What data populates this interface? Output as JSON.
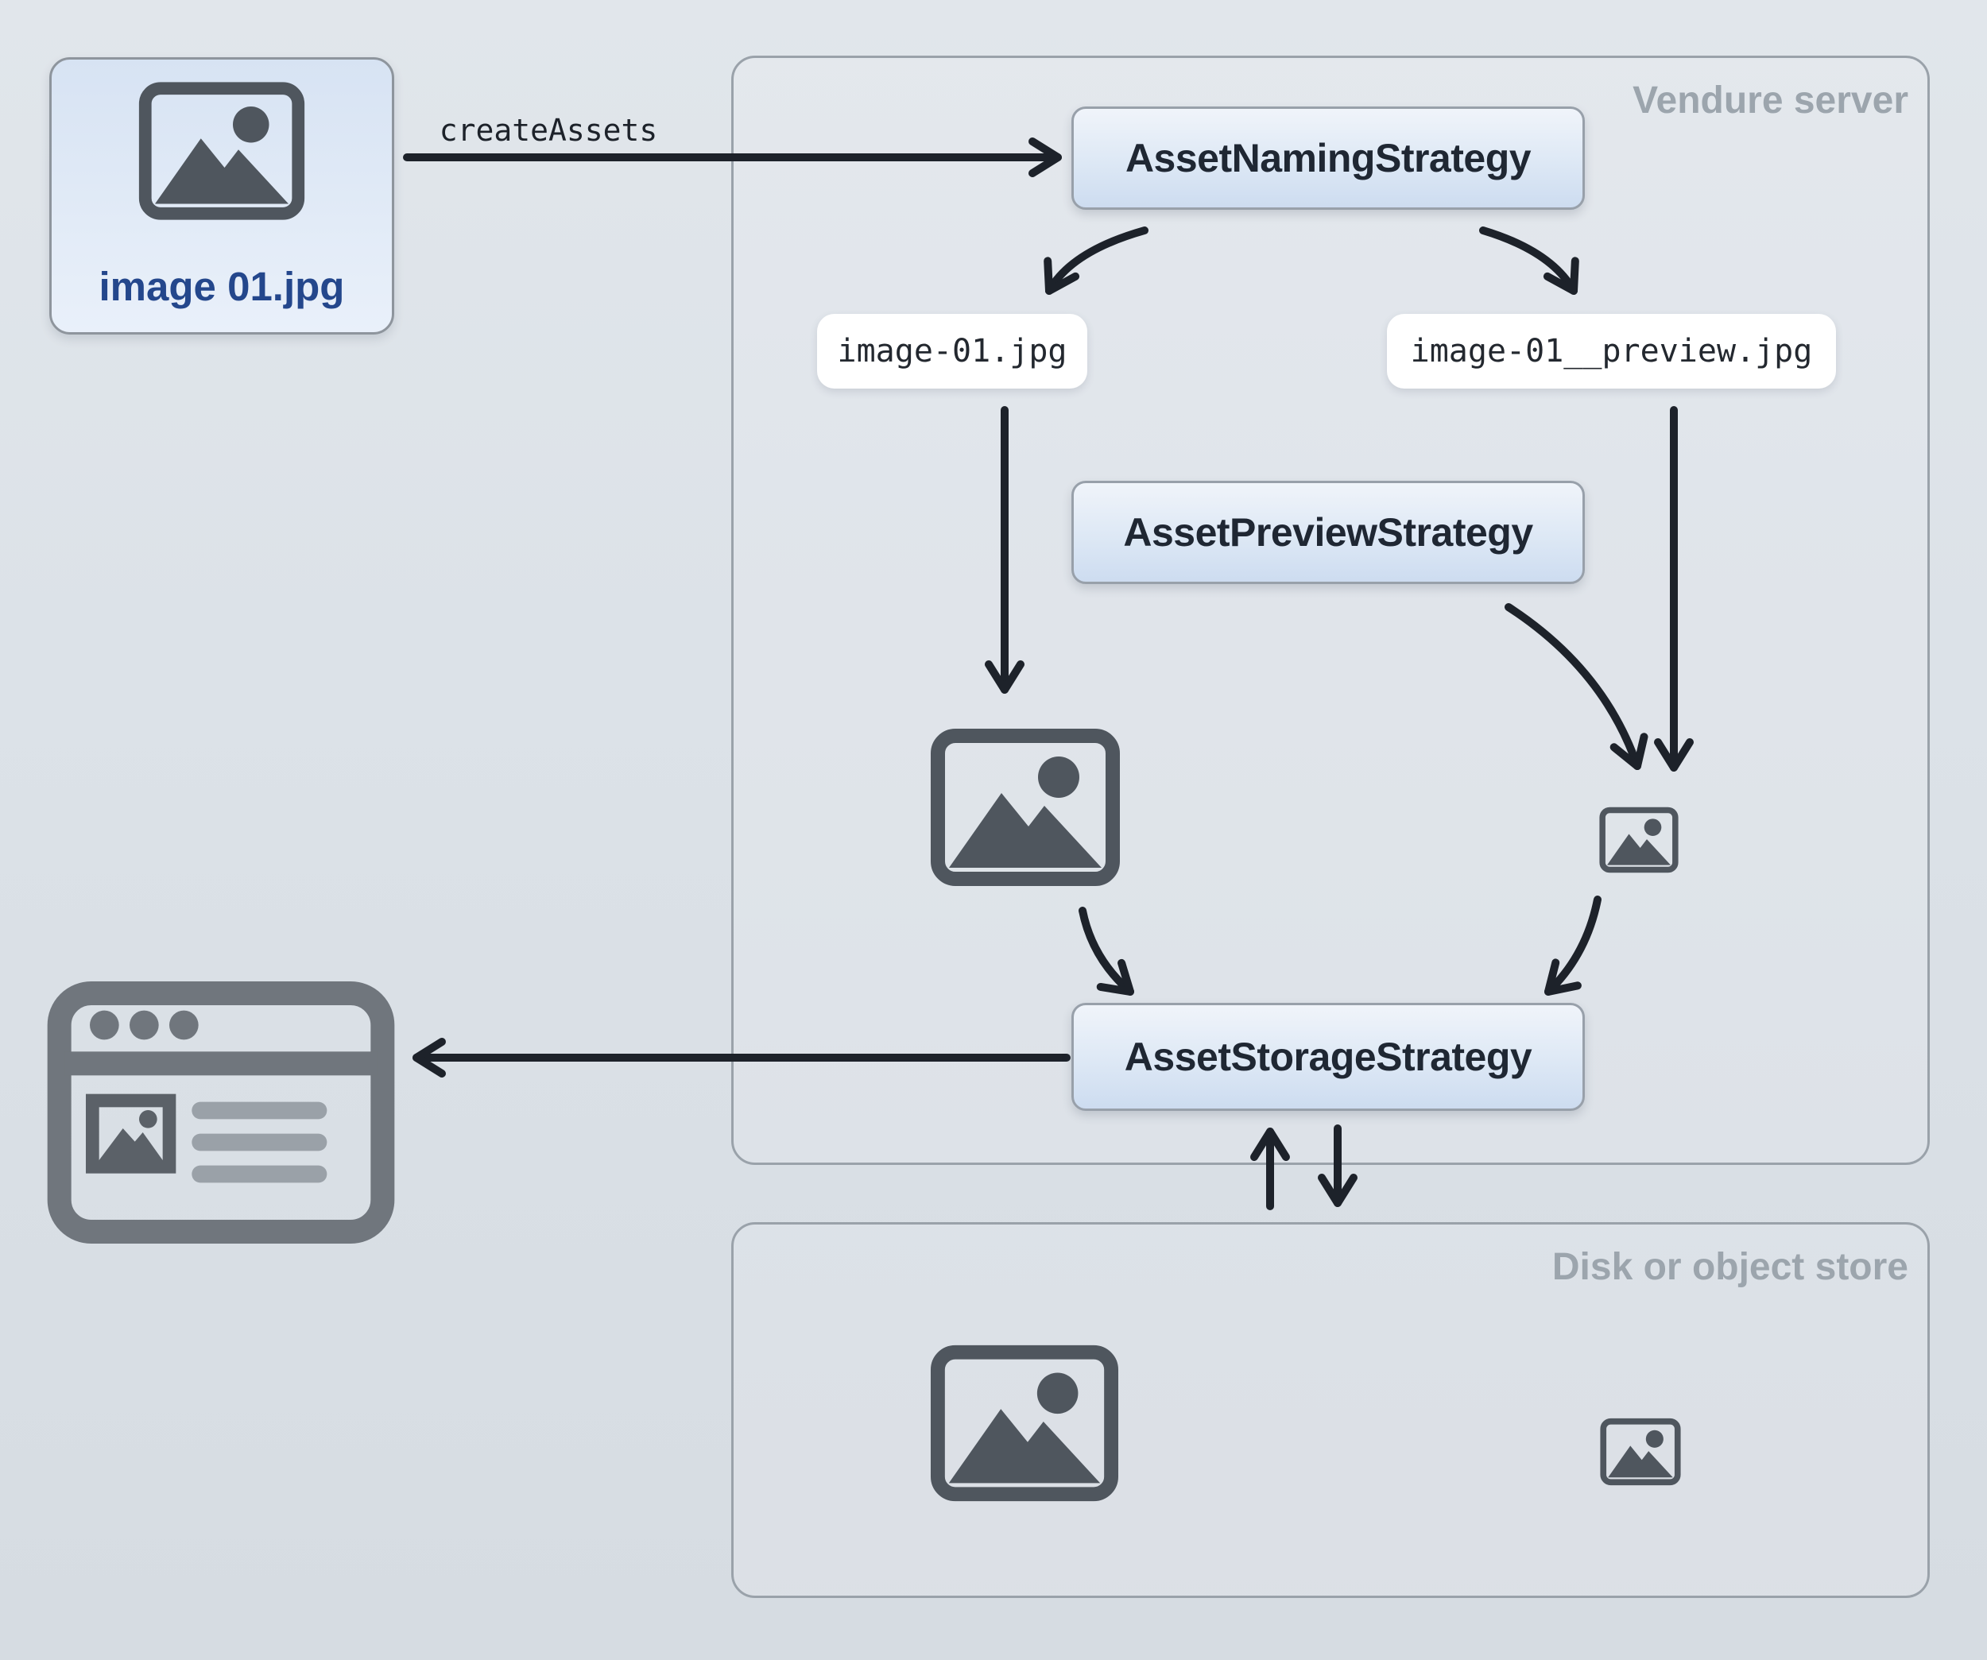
{
  "source_file": {
    "label": "image 01.jpg"
  },
  "create_assets_label": "createAssets",
  "vendure_server": {
    "title": "Vendure server",
    "naming_strategy": "AssetNamingStrategy",
    "preview_strategy": "AssetPreviewStrategy",
    "storage_strategy": "AssetStorageStrategy",
    "source_filename": "image-01.jpg",
    "preview_filename": "image-01__preview.jpg"
  },
  "disk_store": {
    "title": "Disk or object store"
  },
  "icons": {
    "source_image": "image-icon",
    "full_size_asset": "image-icon",
    "preview_asset": "image-icon",
    "stored_full_asset": "image-icon",
    "stored_preview_asset": "image-icon",
    "client": "browser-icon"
  },
  "colors": {
    "background": "#dce1e7",
    "node_fill_top": "#eef3f9",
    "node_fill_bottom": "#cddcf0",
    "node_border": "#98a0aa",
    "node_text": "#1f2733",
    "container_border": "#9aa2aa",
    "container_title_text": "#9ca5ad",
    "file_card_fill": "#dae5f4",
    "file_card_text": "#24478c",
    "pill_fill": "#ffffff",
    "pill_text": "#23282f",
    "arrow": "#1d222a",
    "image_icon": "#4f565e",
    "browser_icon": "#70767d"
  }
}
